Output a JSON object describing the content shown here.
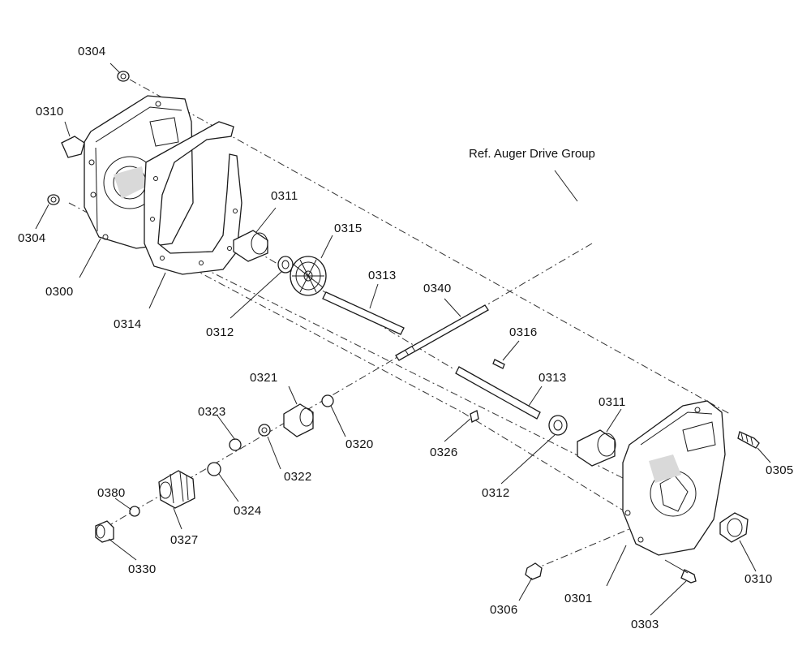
{
  "diagram": {
    "reference_note": "Ref. Auger Drive Group",
    "labels": {
      "p0304a": "0304",
      "p0310a": "0310",
      "p0304b": "0304",
      "p0300": "0300",
      "p0314": "0314",
      "p0311a": "0311",
      "p0315": "0315",
      "p0313a": "0313",
      "p0312a": "0312",
      "p0340": "0340",
      "p0316": "0316",
      "p0313b": "0313",
      "p0321": "0321",
      "p0323": "0323",
      "p0320": "0320",
      "p0322": "0322",
      "p0326": "0326",
      "p0311b": "0311",
      "p0305": "0305",
      "p0380": "0380",
      "p0324": "0324",
      "p0327": "0327",
      "p0312b": "0312",
      "p0330": "0330",
      "p0310b": "0310",
      "p0301": "0301",
      "p0306": "0306",
      "p0303": "0303"
    }
  }
}
